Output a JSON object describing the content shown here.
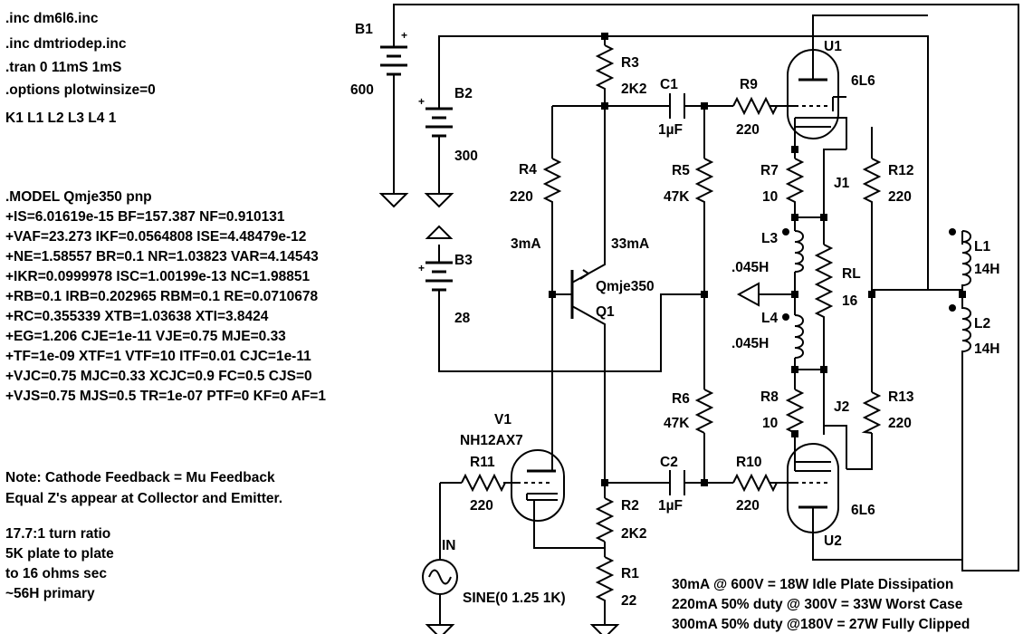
{
  "directives": [
    ".inc dm6l6.inc",
    ".inc dmtriodep.inc",
    ".tran 0 11mS 1mS",
    ".options plotwinsize=0",
    "K1 L1 L2 L3 L4 1"
  ],
  "model_lines": [
    ".MODEL Qmje350 pnp",
    "+IS=6.01619e-15 BF=157.387 NF=0.910131",
    "+VAF=23.273 IKF=0.0564808 ISE=4.48479e-12",
    "+NE=1.58557 BR=0.1 NR=1.03823 VAR=4.14543",
    "+IKR=0.0999978 ISC=1.00199e-13 NC=1.98851",
    "+RB=0.1 IRB=0.202965 RBM=0.1 RE=0.0710678",
    "+RC=0.355339 XTB=1.03638 XTI=3.8424",
    "+EG=1.206 CJE=1e-11 VJE=0.75 MJE=0.33",
    "+TF=1e-09 XTF=1 VTF=10 ITF=0.01 CJC=1e-11",
    "+VJC=0.75 MJC=0.33 XCJC=0.9 FC=0.5 CJS=0",
    "+VJS=0.75 MJS=0.5 TR=1e-07 PTF=0 KF=0 AF=1"
  ],
  "notes": [
    "Note: Cathode Feedback = Mu Feedback",
    "Equal Z's appear at Collector and Emitter.",
    "17.7:1 turn ratio",
    "5K plate to plate",
    "to 16 ohms sec",
    "~56H primary"
  ],
  "summary": [
    "30mA @ 600V = 18W Idle Plate Dissipation",
    "220mA 50% duty @ 300V = 33W Worst Case",
    "300mA 50% duty @180V = 27W Fully Clipped"
  ],
  "components": {
    "b1": {
      "name": "B1",
      "value": "600"
    },
    "b2": {
      "name": "B2",
      "value": "300"
    },
    "b3": {
      "name": "B3",
      "value": "28"
    },
    "r1": {
      "name": "R1",
      "value": "22"
    },
    "r2": {
      "name": "R2",
      "value": "2K2"
    },
    "r3": {
      "name": "R3",
      "value": "2K2"
    },
    "r4": {
      "name": "R4",
      "value": "220"
    },
    "r5": {
      "name": "R5",
      "value": "47K"
    },
    "r6": {
      "name": "R6",
      "value": "47K"
    },
    "r7": {
      "name": "R7",
      "value": "10"
    },
    "r8": {
      "name": "R8",
      "value": "10"
    },
    "r9": {
      "name": "R9",
      "value": "220"
    },
    "r10": {
      "name": "R10",
      "value": "220"
    },
    "r11": {
      "name": "R11",
      "value": "220"
    },
    "r12": {
      "name": "R12",
      "value": "220"
    },
    "r13": {
      "name": "R13",
      "value": "220"
    },
    "rl": {
      "name": "RL",
      "value": "16"
    },
    "c1": {
      "name": "C1",
      "value": "1µF"
    },
    "c2": {
      "name": "C2",
      "value": "1µF"
    },
    "l1": {
      "name": "L1",
      "value": "14H"
    },
    "l2": {
      "name": "L2",
      "value": "14H"
    },
    "l3": {
      "name": "L3",
      "value": ".045H"
    },
    "l4": {
      "name": "L4",
      "value": ".045H"
    },
    "j1": {
      "name": "J1"
    },
    "j2": {
      "name": "J2"
    },
    "q1": {
      "name": "Q1",
      "value": "Qmje350"
    },
    "v1": {
      "name": "V1",
      "value": "NH12AX7"
    },
    "u1": {
      "name": "U1",
      "value": "6L6"
    },
    "u2": {
      "name": "U2",
      "value": "6L6"
    },
    "in": {
      "name": "IN",
      "value": "SINE(0 1.25 1K)"
    }
  },
  "currents": {
    "r4": "3mA",
    "q1": "33mA"
  },
  "battery_sign": "+"
}
